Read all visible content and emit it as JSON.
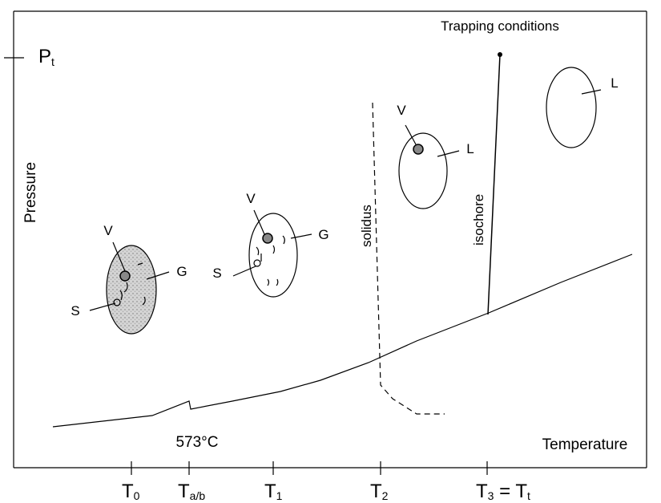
{
  "title": "Trapping conditions",
  "axes": {
    "y_label": "Pressure",
    "x_label": "Temperature",
    "pt_main": "P",
    "pt_sub": "t"
  },
  "annotations": {
    "quartz_transition": "573°C",
    "solidus": "solidus",
    "isochore": "isochore"
  },
  "ticks": [
    {
      "main": "T",
      "sub": "0"
    },
    {
      "main": "T",
      "sub": "a/b"
    },
    {
      "main": "T",
      "sub": "1"
    },
    {
      "main": "T",
      "sub": "2"
    },
    {
      "main": "T",
      "sub": "3",
      "suffix": " = T",
      "sub2": "t"
    }
  ],
  "inclusions": [
    {
      "id": "t0",
      "labels": {
        "vapor": "V",
        "glass": "G",
        "solid": "S"
      },
      "fill": "#cfcfcf"
    },
    {
      "id": "t1",
      "labels": {
        "vapor": "V",
        "glass": "G",
        "solid": "S"
      },
      "fill": "#ffffff"
    },
    {
      "id": "t2",
      "labels": {
        "vapor": "V",
        "liquid": "L"
      },
      "fill": "#ffffff"
    },
    {
      "id": "trap",
      "labels": {
        "liquid": "L"
      },
      "fill": "#ffffff"
    }
  ]
}
